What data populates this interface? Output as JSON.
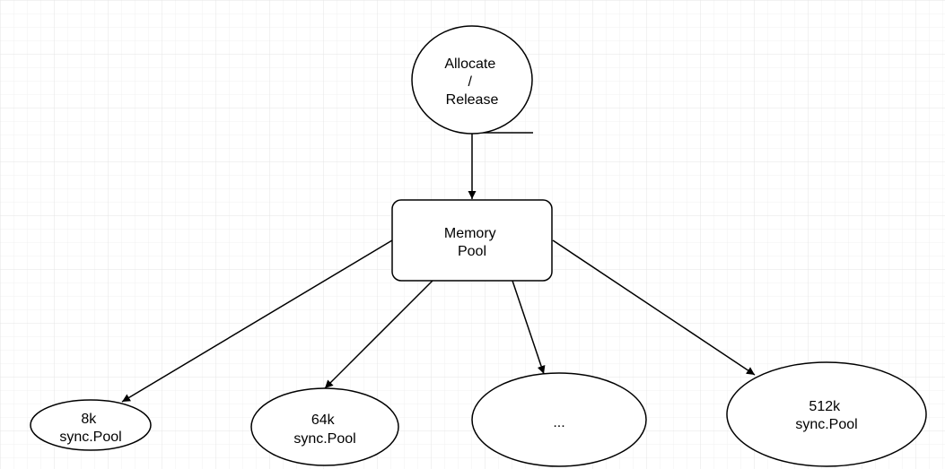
{
  "diagram": {
    "nodes": {
      "allocate": {
        "lines": [
          "Allocate",
          "/",
          "Release"
        ]
      },
      "memory_pool": {
        "lines": [
          "Memory",
          "Pool"
        ]
      },
      "pool_8k": {
        "lines": [
          "8k",
          "sync.Pool"
        ]
      },
      "pool_64k": {
        "lines": [
          "64k",
          "sync.Pool"
        ]
      },
      "pool_ellipsis": {
        "lines": [
          "..."
        ]
      },
      "pool_512k": {
        "lines": [
          "512k",
          "sync.Pool"
        ]
      }
    }
  }
}
